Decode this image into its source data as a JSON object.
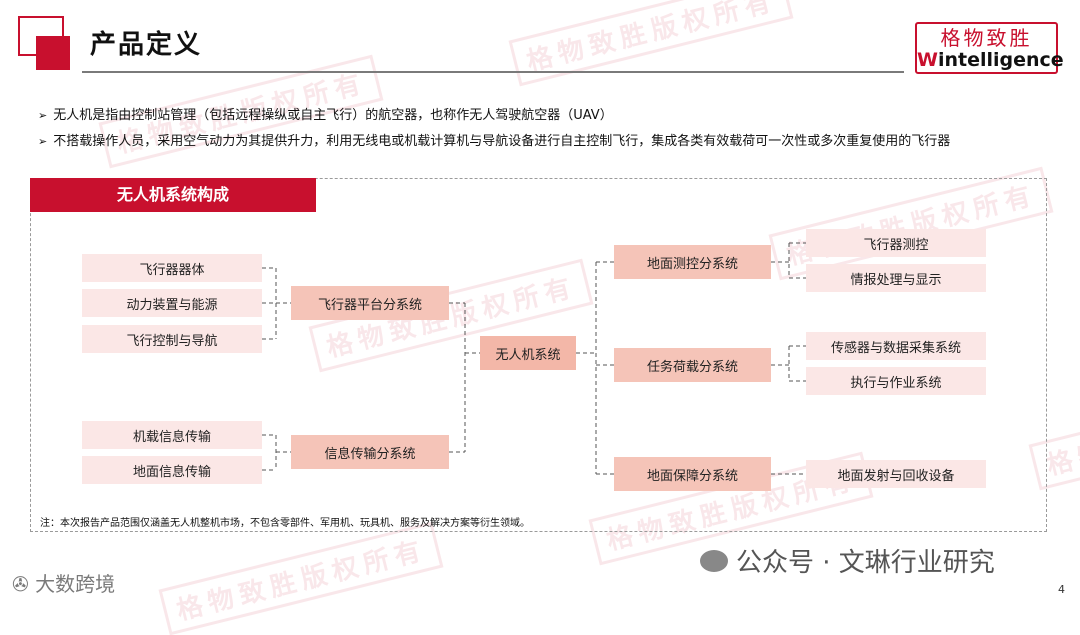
{
  "header": {
    "title": "产品定义",
    "brand_cn": "格物致胜",
    "brand_en_w": "W",
    "brand_en_rest": "intelligence"
  },
  "bullets": [
    "无人机是指由控制站管理（包括远程操纵或自主飞行）的航空器，也称作无人驾驶航空器（UAV）",
    "不搭载操作人员，采用空气动力为其提供升力，利用无线电或机载计算机与导航设备进行自主控制飞行，集成各类有效载荷可一次性或多次重复使用的飞行器"
  ],
  "diagram": {
    "section_title": "无人机系统构成",
    "root": "无人机系统",
    "left_groups": [
      {
        "name": "飞行器平台分系统",
        "children": [
          "飞行器器体",
          "动力装置与能源",
          "飞行控制与导航"
        ]
      },
      {
        "name": "信息传输分系统",
        "children": [
          "机载信息传输",
          "地面信息传输"
        ]
      }
    ],
    "right_groups": [
      {
        "name": "地面测控分系统",
        "children": [
          "飞行器测控",
          "情报处理与显示"
        ]
      },
      {
        "name": "任务荷载分系统",
        "children": [
          "传感器与数据采集系统",
          "执行与作业系统"
        ]
      },
      {
        "name": "地面保障分系统",
        "children": [
          "地面发射与回收设备"
        ]
      }
    ]
  },
  "note": "注：本次报告产品范围仅涵盖无人机整机市场，不包含零部件、军用机、玩具机、服务及解决方案等衍生领域。",
  "watermark": "格物致胜版权所有",
  "footer": {
    "wechat": "公众号 · 文琳行业研究",
    "left_logo": "大数跨境",
    "page_number": "4"
  },
  "colors": {
    "accent": "#c8102e",
    "box_light": "#fbe7e6",
    "box_mid": "#f5c4b8",
    "box_root": "#f3b7a8",
    "connector": "#555555"
  }
}
